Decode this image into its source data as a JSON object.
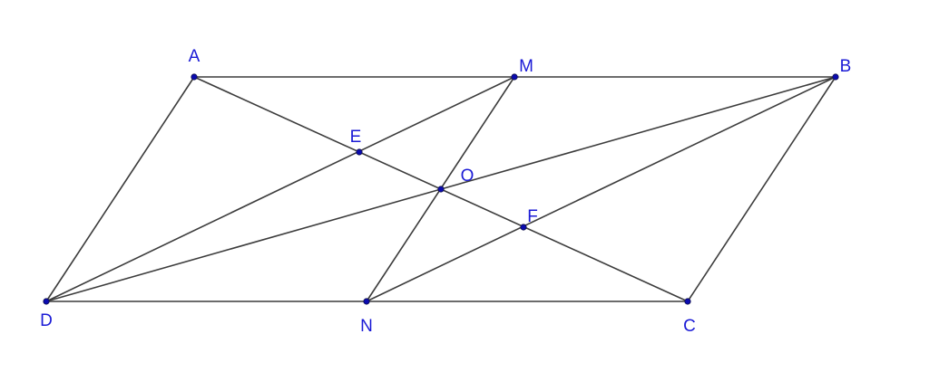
{
  "colors": {
    "line": "#3c3c3c",
    "point": "#0b0bb0",
    "label": "#1a1ad6",
    "background": "#ffffff"
  },
  "points": [
    {
      "name": "A"
    },
    {
      "name": "M"
    },
    {
      "name": "B"
    },
    {
      "name": "E"
    },
    {
      "name": "O"
    },
    {
      "name": "F"
    },
    {
      "name": "D"
    },
    {
      "name": "N"
    },
    {
      "name": "C"
    }
  ],
  "segments": [
    [
      "A",
      "B"
    ],
    [
      "D",
      "C"
    ],
    [
      "A",
      "D"
    ],
    [
      "B",
      "C"
    ],
    [
      "A",
      "C"
    ],
    [
      "D",
      "B"
    ],
    [
      "D",
      "M"
    ],
    [
      "M",
      "N"
    ],
    [
      "N",
      "B"
    ]
  ]
}
